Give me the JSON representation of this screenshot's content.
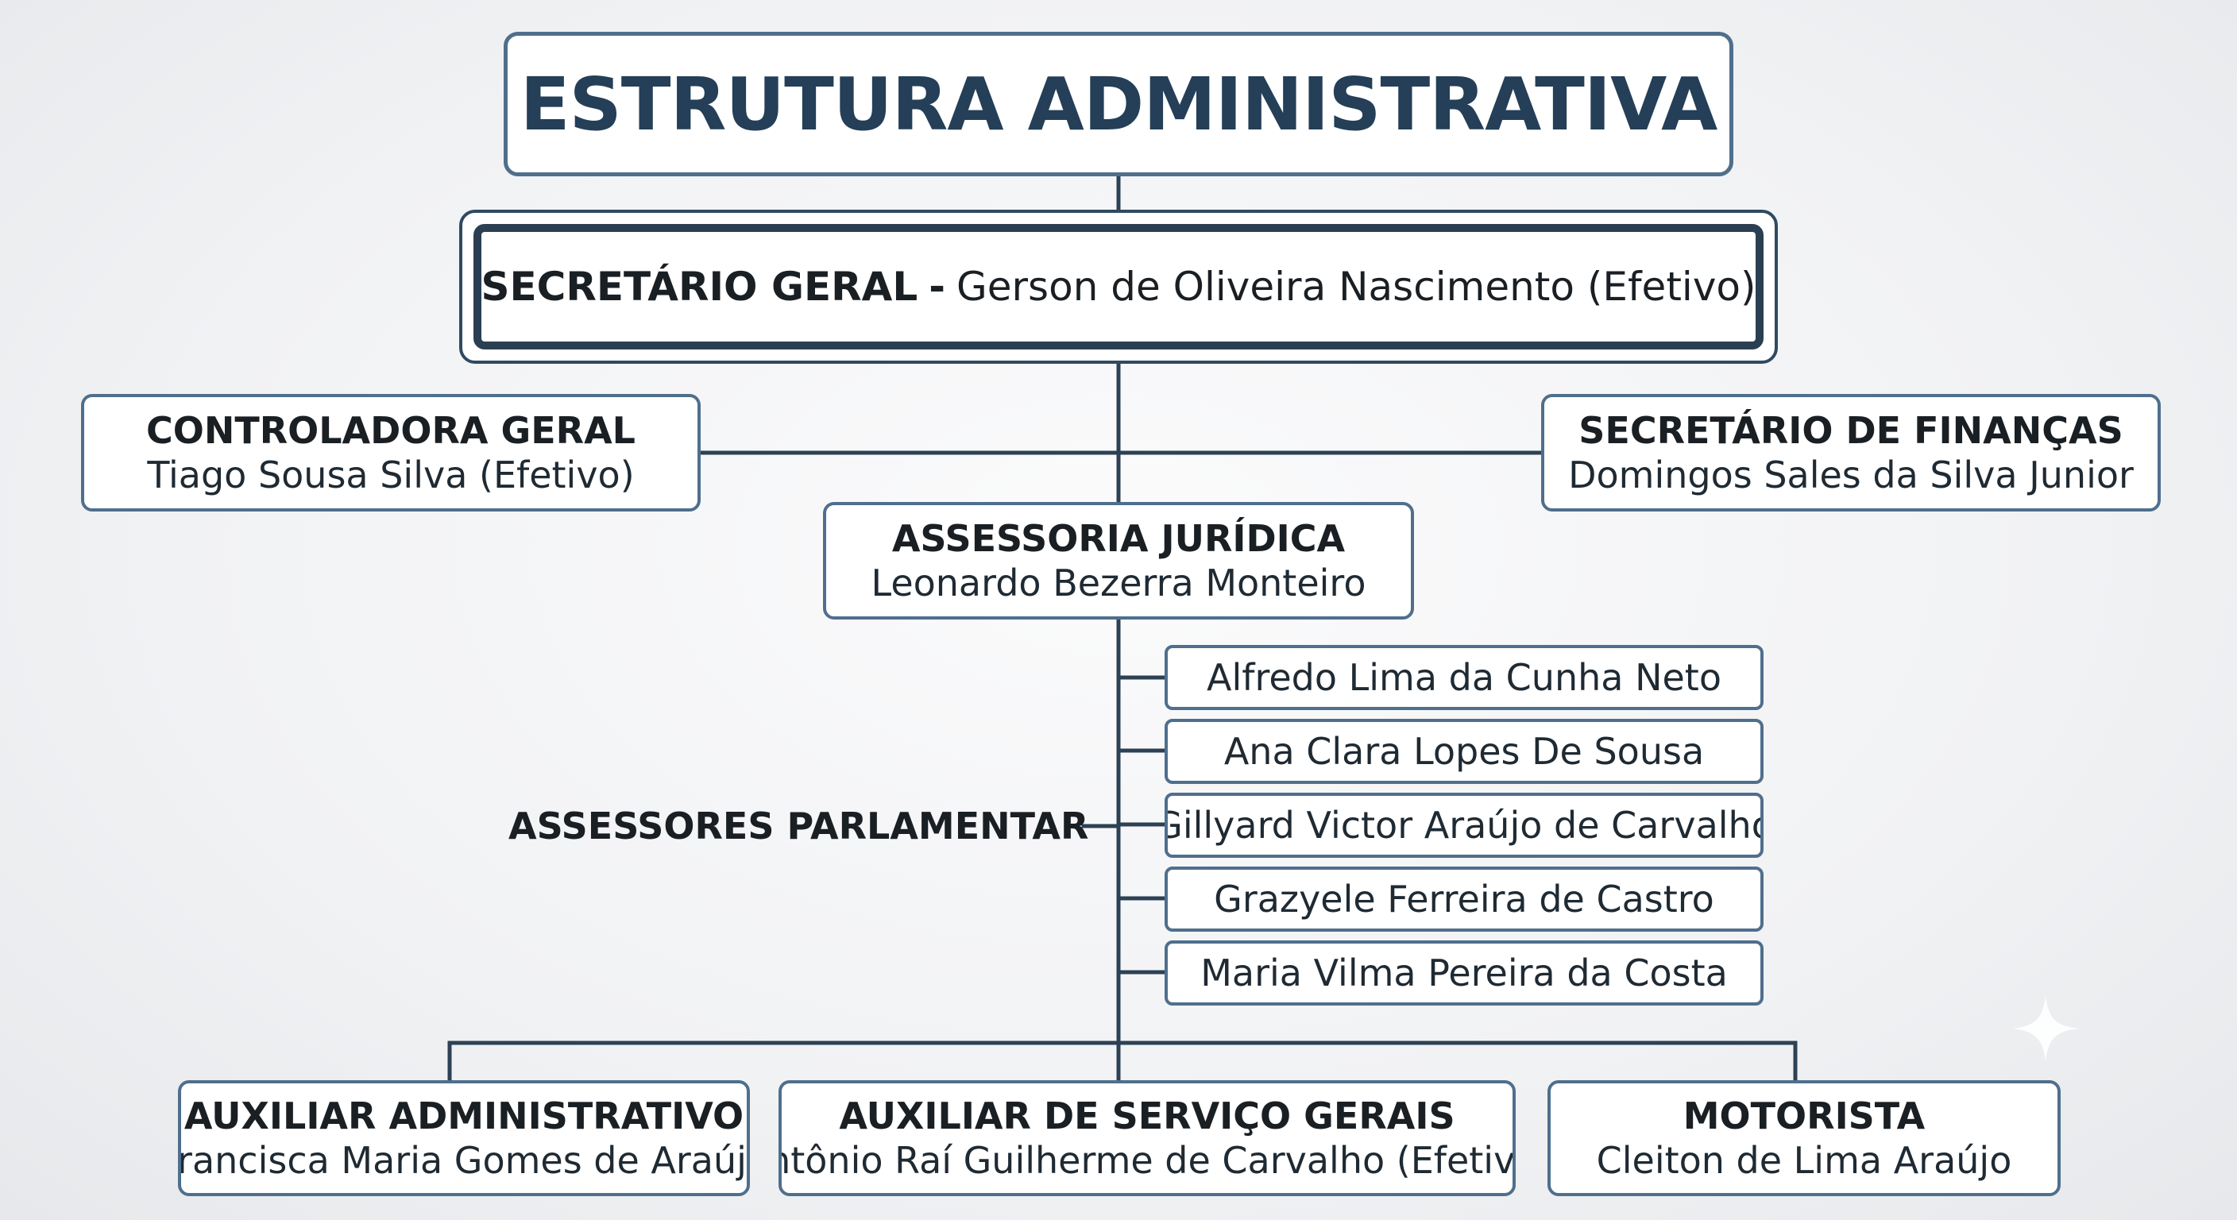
{
  "title": "ESTRUTURA ADMINISTRATIVA",
  "secretario_geral": {
    "role": "SECRETÁRIO GERAL",
    "separator": "-",
    "name": "Gerson de Oliveira Nascimento (Efetivo)"
  },
  "controladora_geral": {
    "role": "CONTROLADORA GERAL",
    "name": "Tiago Sousa Silva (Efetivo)"
  },
  "secretario_financas": {
    "role": "SECRETÁRIO DE FINANÇAS",
    "name": "Domingos Sales da Silva Junior"
  },
  "assessoria_juridica": {
    "role": "ASSESSORIA JURÍDICA",
    "name": "Leonardo Bezerra Monteiro"
  },
  "assessores_parlamentar": {
    "label": "ASSESSORES PARLAMENTAR",
    "members": [
      "Alfredo Lima da Cunha Neto",
      "Ana Clara Lopes De Sousa",
      "Gillyard Victor Araújo de Carvalho",
      "Grazyele Ferreira de Castro",
      "Maria Vilma Pereira da Costa"
    ]
  },
  "bottom_roles": [
    {
      "role": "AUXILIAR ADMINISTRATIVO",
      "name": "Francisca Maria Gomes de Araújo"
    },
    {
      "role": "AUXILIAR DE SERVIÇO GERAIS",
      "name": "Antônio Raí Guilherme de Carvalho (Efetivo)"
    },
    {
      "role": "MOTORISTA",
      "name": "Cleiton de Lima Araújo"
    }
  ],
  "colors": {
    "title_text": "#243f57",
    "box_border": "#4f6f8c",
    "connector": "#2c4154",
    "background": "#f1f2f4"
  }
}
